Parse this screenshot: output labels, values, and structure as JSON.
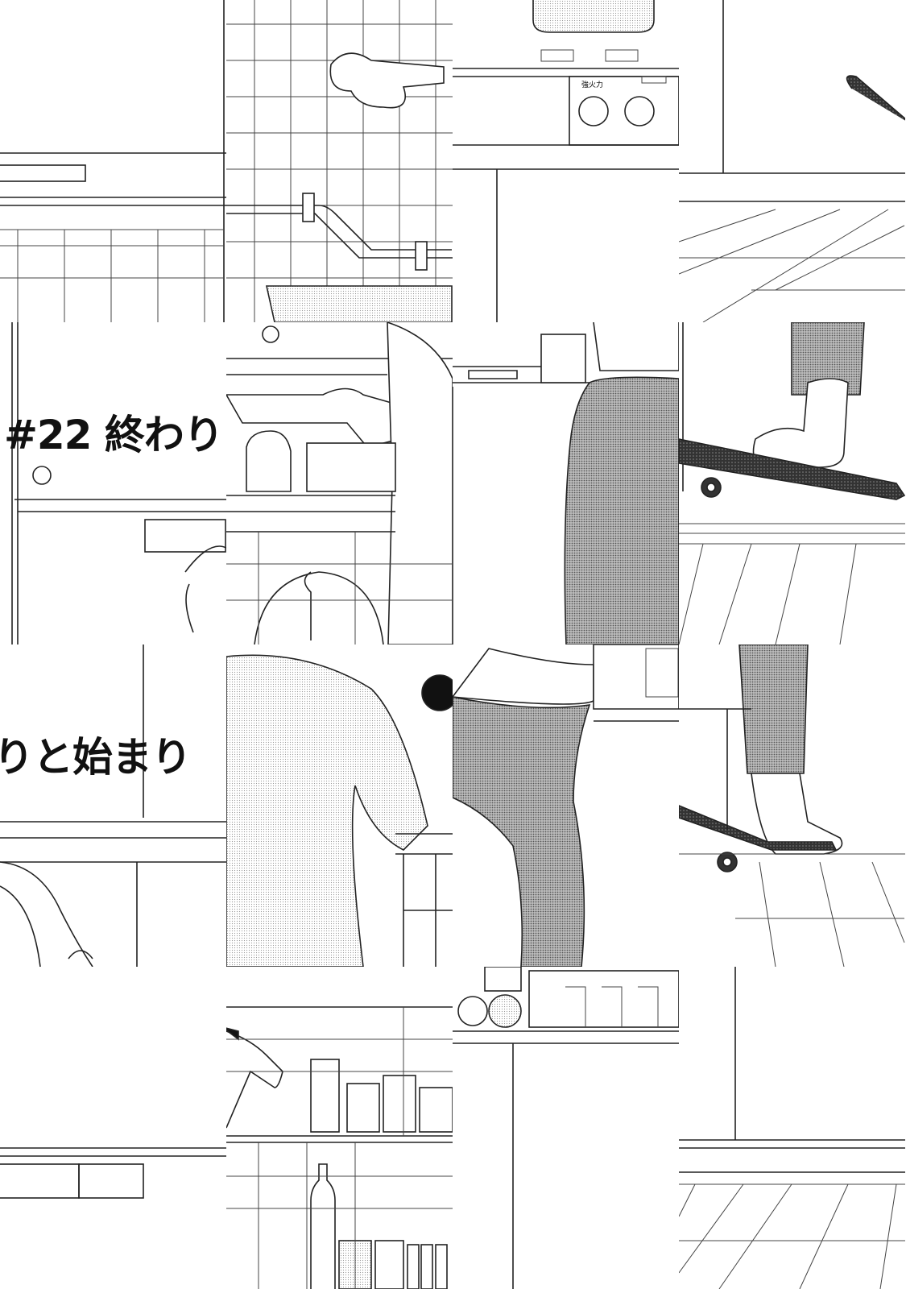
{
  "page": {
    "title_part1": "#22 終わり",
    "title_part2": "りと始まり",
    "stove_label": "強火力"
  },
  "colors": {
    "ink": "#222222",
    "tone": "#8a8a8a",
    "paper": "#ffffff"
  }
}
